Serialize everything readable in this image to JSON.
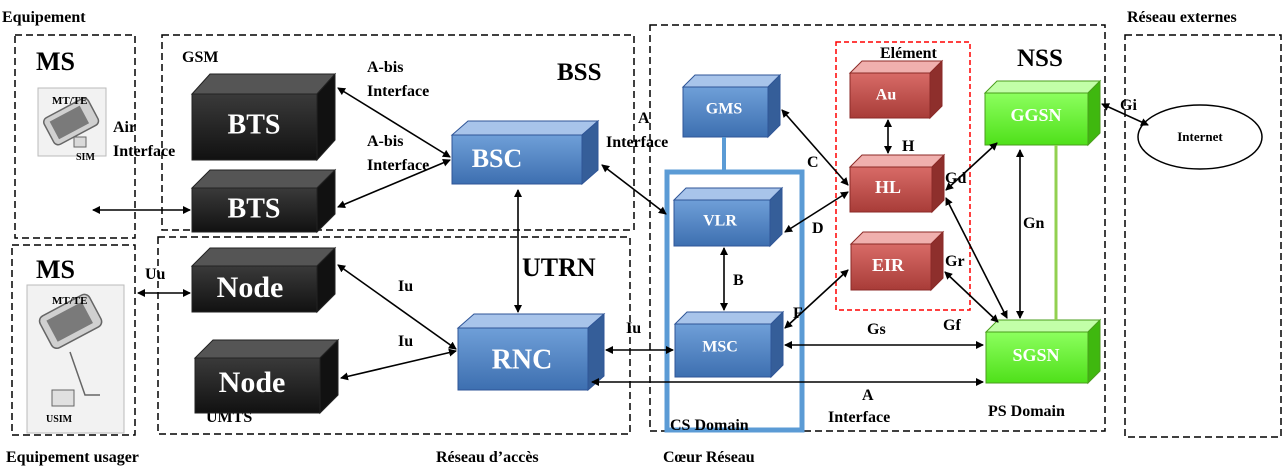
{
  "sections": {
    "equipement": "Equipement",
    "reseau_externes": "Réseau externes",
    "equipement_usager": "Equipement usager",
    "reseau_acces": "Réseau d’accès",
    "coeur_reseau": "Cœur Réseau"
  },
  "groups": {
    "ms_top": "MS",
    "ms_bottom": "MS",
    "gsm": "GSM",
    "bss": "BSS",
    "utrn": "UTRN",
    "umts": "UMTS",
    "nss": "NSS",
    "element": "Elément",
    "cs_domain": "CS Domain",
    "ps_domain": "PS Domain"
  },
  "devices": {
    "mt_te_top": "MT/TE",
    "sim": "SIM",
    "mt_te_bottom": "MT/TE",
    "usim": "USIM"
  },
  "nodes": {
    "bts1": "BTS",
    "bts2": "BTS",
    "node1": "Node",
    "node2": "Node",
    "bsc": "BSC",
    "rnc": "RNC",
    "gms": "GMS",
    "vlr": "VLR",
    "msc": "MSC",
    "au": "Au",
    "hl": "HL",
    "eir": "EIR",
    "ggsn": "GGSN",
    "sgsn": "SGSN",
    "internet": "Internet"
  },
  "interfaces": {
    "air_1": "Air",
    "air_2": "Interface",
    "abis1_1": "A-bis",
    "abis1_2": "Interface",
    "abis2_1": "A-bis",
    "abis2_2": "Interface",
    "a_top_1": "A",
    "a_top_2": "Interface",
    "uu": "Uu",
    "iu_1": "Iu",
    "iu_2": "Iu",
    "iu_3": "Iu",
    "b": "B",
    "c": "C",
    "d": "D",
    "f": "F",
    "h": "H",
    "gd": "Gd",
    "gr": "Gr",
    "gf": "Gf",
    "gs": "Gs",
    "gn": "Gn",
    "gi": "Gi",
    "a_bottom_1": "A",
    "a_bottom_2": "Interface"
  },
  "colors": {
    "black_box": "#1a1a1a",
    "blue_box": "#4f81bd",
    "red_box": "#c0504d",
    "green_box": "#66ff33",
    "cs_domain_border": "#5b9bd5",
    "element_border": "#ff0000"
  }
}
